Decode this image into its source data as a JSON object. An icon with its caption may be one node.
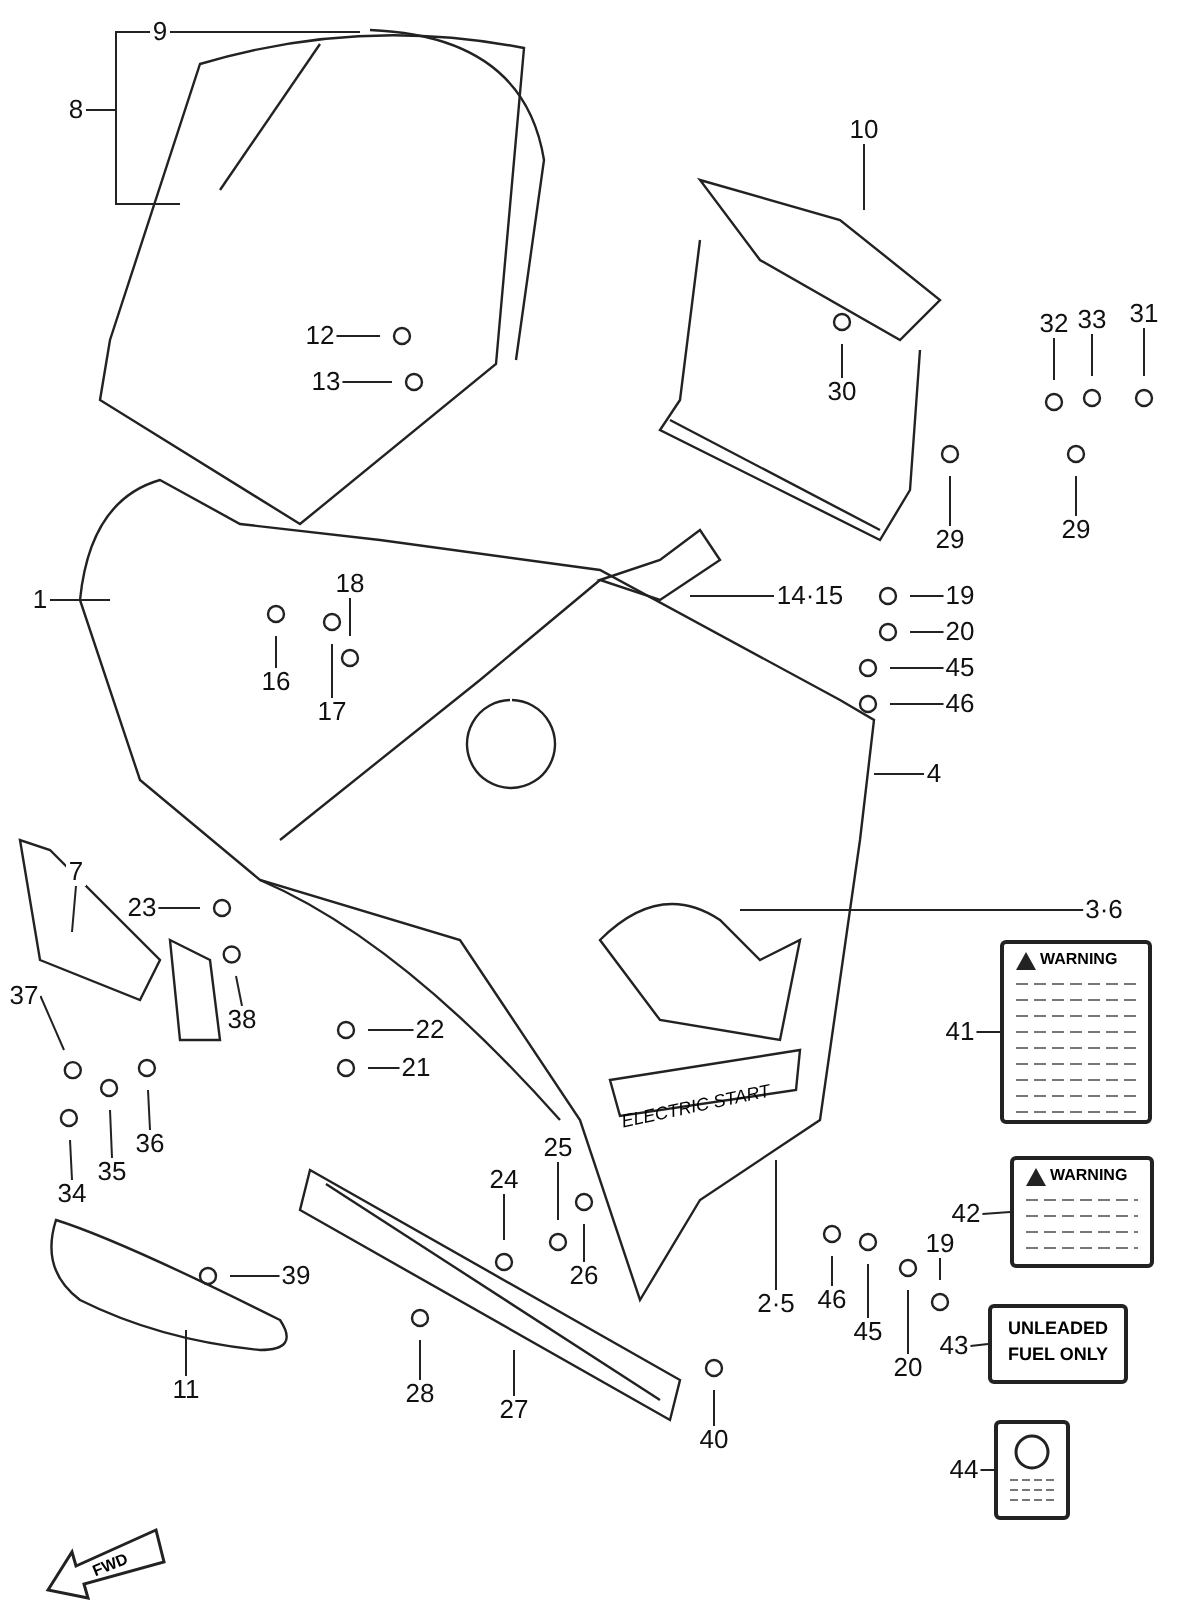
{
  "diagram": {
    "nodes": [
      {
        "text": [
          "9"
        ]
      },
      {
        "text": [
          "8"
        ]
      },
      {
        "text": [
          "10"
        ]
      },
      {
        "text": [
          "12"
        ]
      },
      {
        "text": [
          "13"
        ]
      },
      {
        "text": [
          "32"
        ]
      },
      {
        "text": [
          "33"
        ]
      },
      {
        "text": [
          "31"
        ]
      },
      {
        "text": [
          "30"
        ]
      },
      {
        "text": [
          "29"
        ]
      },
      {
        "text": [
          "29"
        ]
      },
      {
        "text": [
          "1"
        ]
      },
      {
        "text": [
          "18"
        ]
      },
      {
        "text": [
          "16"
        ]
      },
      {
        "text": [
          "17"
        ]
      },
      {
        "text": [
          "14·15"
        ]
      },
      {
        "text": [
          "19"
        ]
      },
      {
        "text": [
          "20"
        ]
      },
      {
        "text": [
          "45"
        ]
      },
      {
        "text": [
          "46"
        ]
      },
      {
        "text": [
          "4"
        ]
      },
      {
        "text": [
          "7"
        ]
      },
      {
        "text": [
          "23"
        ]
      },
      {
        "text": [
          "3·6"
        ]
      },
      {
        "text": [
          "37"
        ]
      },
      {
        "text": [
          "38"
        ]
      },
      {
        "text": [
          "22"
        ]
      },
      {
        "text": [
          "21"
        ]
      },
      {
        "text": [
          "41"
        ]
      },
      {
        "text": [
          "36"
        ]
      },
      {
        "text": [
          "35"
        ]
      },
      {
        "text": [
          "34"
        ]
      },
      {
        "text": [
          "25"
        ]
      },
      {
        "text": [
          "24"
        ]
      },
      {
        "text": [
          "26"
        ]
      },
      {
        "text": [
          "2·5"
        ]
      },
      {
        "text": [
          "42"
        ]
      },
      {
        "text": [
          "19"
        ]
      },
      {
        "text": [
          "46"
        ]
      },
      {
        "text": [
          "45"
        ]
      },
      {
        "text": [
          "20"
        ]
      },
      {
        "text": [
          "39"
        ]
      },
      {
        "text": [
          "43"
        ]
      },
      {
        "text": [
          "28"
        ]
      },
      {
        "text": [
          "27"
        ]
      },
      {
        "text": [
          "11"
        ]
      },
      {
        "text": [
          "40"
        ]
      },
      {
        "text": [
          "44"
        ]
      },
      {
        "text": [
          "WARNING"
        ]
      },
      {
        "text": [
          "WARNING"
        ]
      },
      {
        "text": [
          "UNLEADED FUEL ONLY"
        ]
      },
      {
        "text": [],
        "shape": "box"
      }
    ],
    "edges": [
      {
        "from": 0,
        "to": null,
        "arrow": "none"
      },
      {
        "from": 1,
        "to": null,
        "arrow": "none"
      },
      {
        "from": 2,
        "to": null,
        "arrow": "none"
      },
      {
        "from": 3,
        "to": null,
        "arrow": "none"
      },
      {
        "from": 4,
        "to": null,
        "arrow": "none"
      },
      {
        "from": 5,
        "to": null,
        "arrow": "none"
      },
      {
        "from": 6,
        "to": null,
        "arrow": "none"
      },
      {
        "from": 7,
        "to": null,
        "arrow": "none"
      },
      {
        "from": 8,
        "to": null,
        "arrow": "none"
      },
      {
        "from": 9,
        "to": null,
        "arrow": "none"
      },
      {
        "from": 10,
        "to": null,
        "arrow": "none"
      },
      {
        "from": 11,
        "to": null,
        "arrow": "none"
      },
      {
        "from": 12,
        "to": null,
        "arrow": "none"
      },
      {
        "from": 13,
        "to": null,
        "arrow": "none"
      },
      {
        "from": 14,
        "to": null,
        "arrow": "none"
      },
      {
        "from": 15,
        "to": null,
        "arrow": "none"
      },
      {
        "from": 16,
        "to": null,
        "arrow": "none"
      },
      {
        "from": 17,
        "to": null,
        "arrow": "none"
      },
      {
        "from": 18,
        "to": null,
        "arrow": "none"
      },
      {
        "from": 19,
        "to": null,
        "arrow": "none"
      },
      {
        "from": 20,
        "to": null,
        "arrow": "none"
      },
      {
        "from": 21,
        "to": null,
        "arrow": "none"
      },
      {
        "from": 22,
        "to": null,
        "arrow": "none"
      },
      {
        "from": 23,
        "to": null,
        "arrow": "none"
      },
      {
        "from": 24,
        "to": null,
        "arrow": "none"
      },
      {
        "from": 25,
        "to": null,
        "arrow": "none"
      },
      {
        "from": 26,
        "to": null,
        "arrow": "none"
      },
      {
        "from": 27,
        "to": null,
        "arrow": "none"
      },
      {
        "from": 28,
        "to": 48,
        "arrow": "none"
      },
      {
        "from": 29,
        "to": null,
        "arrow": "none"
      },
      {
        "from": 30,
        "to": null,
        "arrow": "none"
      },
      {
        "from": 31,
        "to": null,
        "arrow": "none"
      },
      {
        "from": 32,
        "to": null,
        "arrow": "none"
      },
      {
        "from": 33,
        "to": null,
        "arrow": "none"
      },
      {
        "from": 34,
        "to": null,
        "arrow": "none"
      },
      {
        "from": 35,
        "to": null,
        "arrow": "none"
      },
      {
        "from": 36,
        "to": 49,
        "arrow": "none"
      },
      {
        "from": 37,
        "to": null,
        "arrow": "none"
      },
      {
        "from": 38,
        "to": null,
        "arrow": "none"
      },
      {
        "from": 39,
        "to": null,
        "arrow": "none"
      },
      {
        "from": 40,
        "to": null,
        "arrow": "none"
      },
      {
        "from": 41,
        "to": null,
        "arrow": "none"
      },
      {
        "from": 42,
        "to": 50,
        "arrow": "none"
      },
      {
        "from": 43,
        "to": null,
        "arrow": "none"
      },
      {
        "from": 44,
        "to": null,
        "arrow": "none"
      },
      {
        "from": 45,
        "to": null,
        "arrow": "none"
      },
      {
        "from": 46,
        "to": null,
        "arrow": "none"
      },
      {
        "from": 47,
        "to": 51,
        "arrow": "none"
      }
    ],
    "labels": [
      "ELECTRIC START",
      "FWD"
    ]
  }
}
